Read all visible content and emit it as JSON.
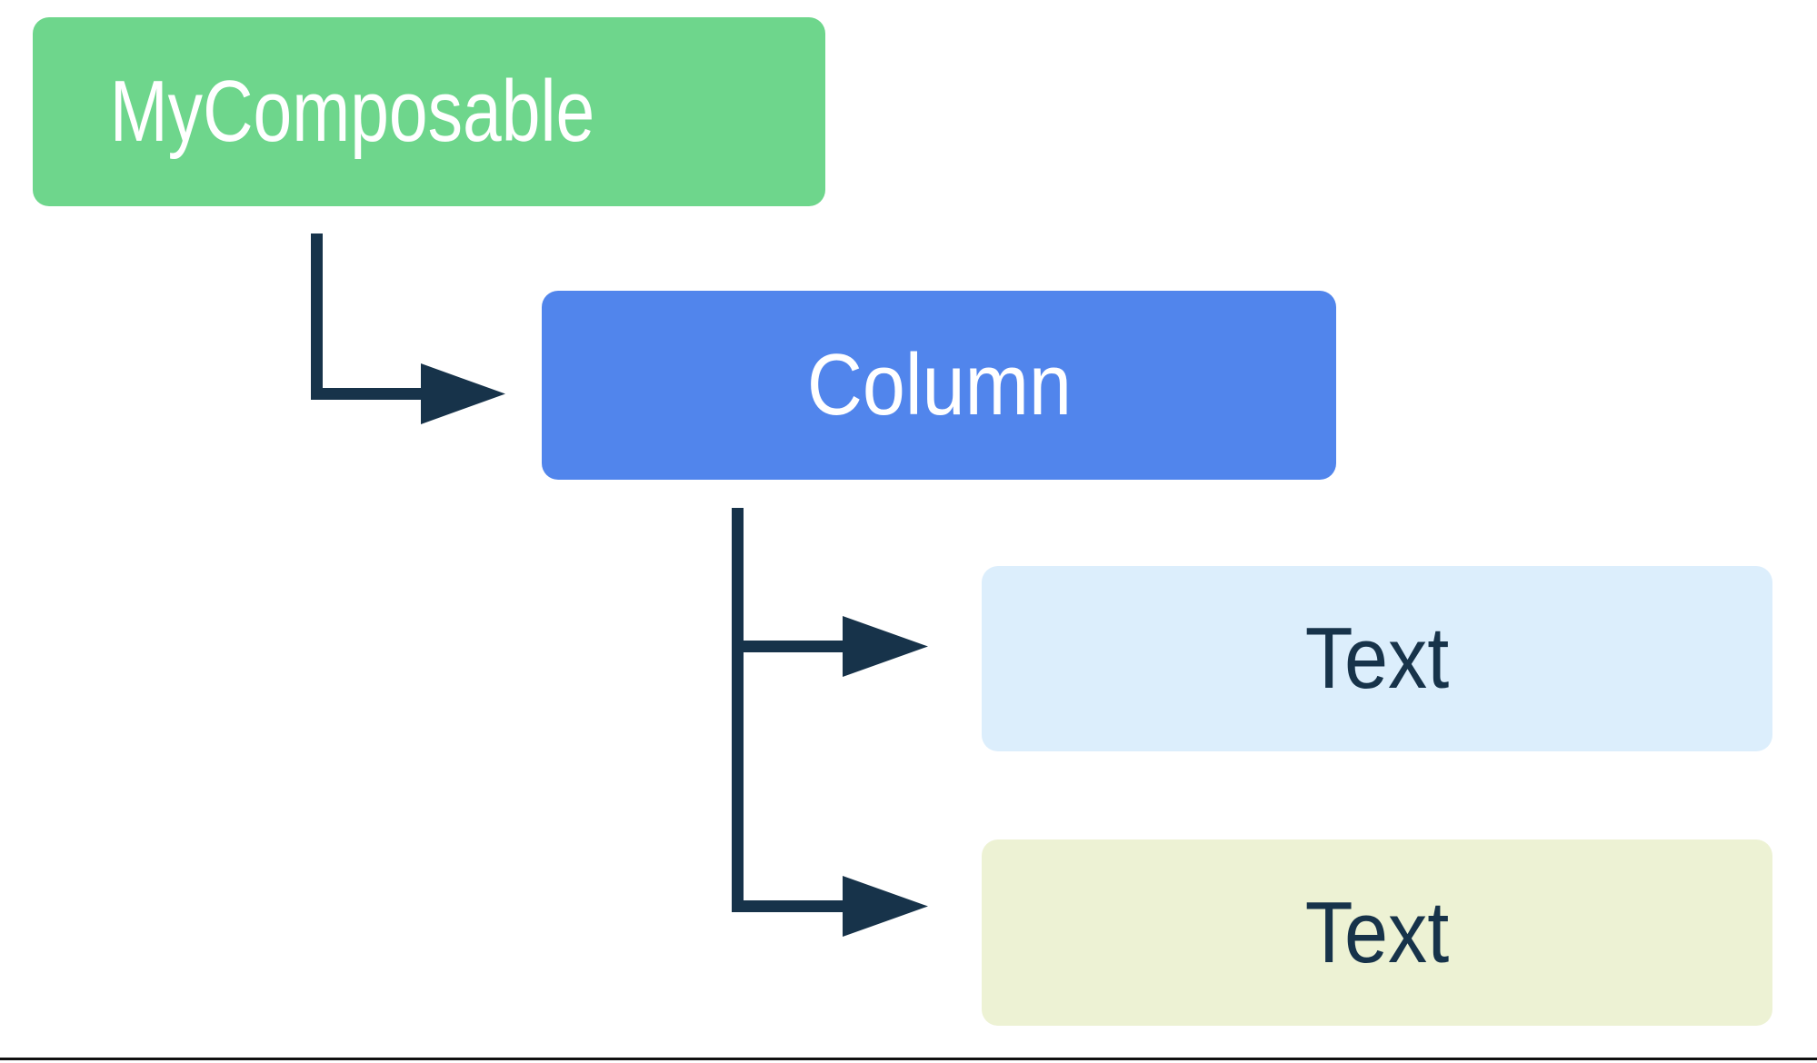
{
  "diagram": {
    "type": "composable-hierarchy-tree",
    "background_color": "#ffffff",
    "edge_color": "#17334a",
    "baseline_rule_color": "#111111",
    "nodes": [
      {
        "id": "mycomposable",
        "label": "MyComposable",
        "role": "root",
        "fill": "#6ed68c",
        "text_color": "#ffffff"
      },
      {
        "id": "column",
        "label": "Column",
        "role": "container",
        "fill": "#5185ec",
        "text_color": "#ffffff"
      },
      {
        "id": "text-1",
        "label": "Text",
        "role": "leaf",
        "fill": "#dceefc",
        "text_color": "#17334a"
      },
      {
        "id": "text-2",
        "label": "Text",
        "role": "leaf",
        "fill": "#edf2d4",
        "text_color": "#17334a"
      }
    ],
    "edges": [
      {
        "from": "mycomposable",
        "to": "column",
        "style": "elbow-arrow"
      },
      {
        "from": "column",
        "to": "text-1",
        "style": "elbow-arrow"
      },
      {
        "from": "column",
        "to": "text-2",
        "style": "elbow-arrow"
      }
    ]
  }
}
